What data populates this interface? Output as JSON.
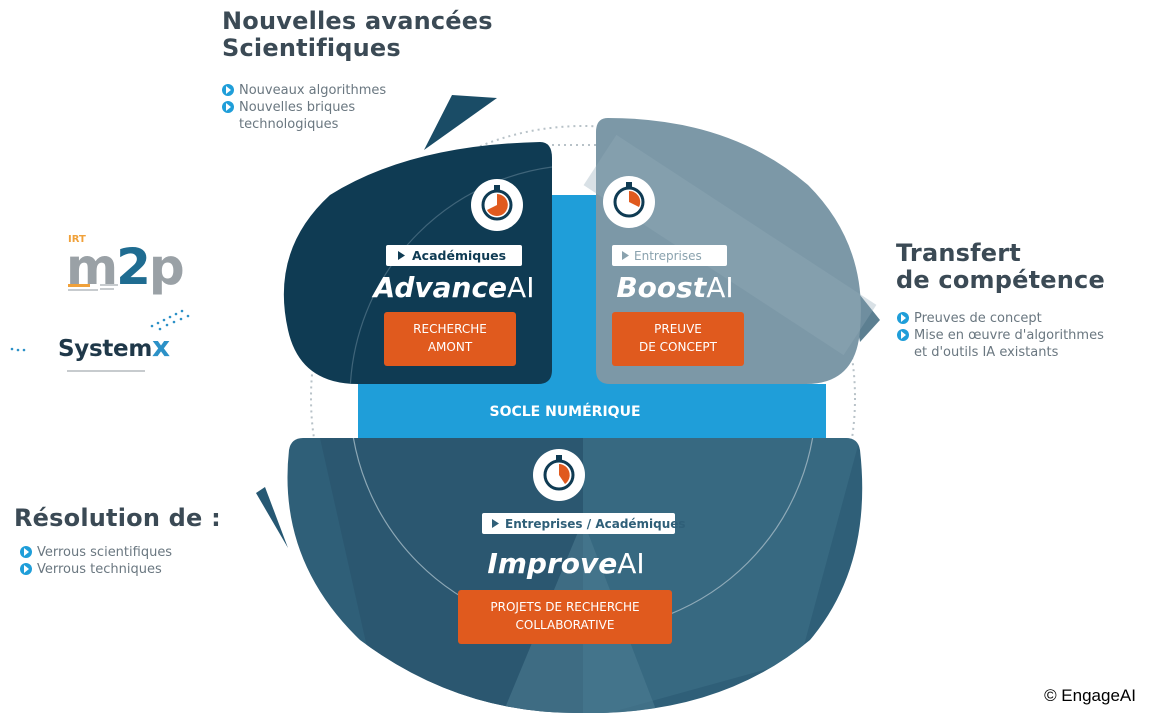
{
  "colors": {
    "advance_dark": "#0f3b53",
    "boost_grey": "#7c98a7",
    "improve_blue": "#2f5f78",
    "socle_cyan": "#1f9ed9",
    "orange": "#e05a1e",
    "heading_dark": "#3b4a55",
    "bullet_blue": "#1f9ed9"
  },
  "top_heading": {
    "line1": "Nouvelles avancées",
    "line2": "Scientifiques",
    "bullets": [
      "Nouveaux algorithmes",
      "Nouvelles briques",
      "technologiques"
    ]
  },
  "right_heading": {
    "line1": "Transfert",
    "line2": "de compétence",
    "bullets": [
      "Preuves de concept",
      "Mise en œuvre d'algorithmes",
      "et d'outils IA existants"
    ]
  },
  "left_heading": {
    "line1": "Résolution de :",
    "bullets": [
      "Verrous scientifiques",
      "Verrous techniques"
    ]
  },
  "advance": {
    "tag": "Académiques",
    "title_italic": "Advance",
    "title_suffix": "AI",
    "cta_line1": "RECHERCHE",
    "cta_line2": "AMONT"
  },
  "boost": {
    "tag": "Entreprises",
    "title_italic": "Boost",
    "title_suffix": "AI",
    "cta_line1": "PREUVE",
    "cta_line2": "DE CONCEPT"
  },
  "socle": {
    "label": "SOCLE NUMÉRIQUE"
  },
  "improve": {
    "tag": "Entreprises / Académiques",
    "title_italic": "Improve",
    "title_suffix": "AI",
    "cta_line1": "PROJETS DE RECHERCHE",
    "cta_line2": "COLLABORATIVE"
  },
  "logos": {
    "irt": "IRT",
    "m2p_m": "m",
    "m2p_2": "2",
    "m2p_p": "p",
    "systemx_word": "System",
    "systemx_x": "x"
  },
  "footer": {
    "copyright": "© EngageAI"
  }
}
